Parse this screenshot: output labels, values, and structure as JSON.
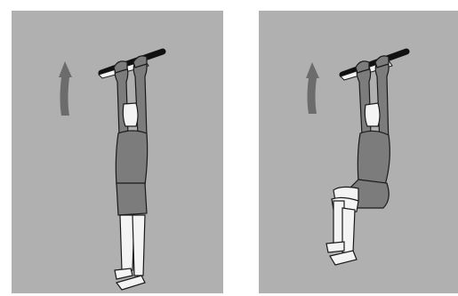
{
  "figure": {
    "panels": [
      {
        "pose": "hanging-straight",
        "arrow_direction": "up"
      },
      {
        "pose": "hanging-knees-raised",
        "arrow_direction": "up"
      }
    ]
  },
  "colors": {
    "background": "#b0b0b0",
    "figure_fill": "#7c7c7c",
    "figure_outline": "#1a1a1a",
    "skin_white": "#f4f4f4",
    "arrow": "#6c6c6c",
    "bar": "#111111"
  }
}
